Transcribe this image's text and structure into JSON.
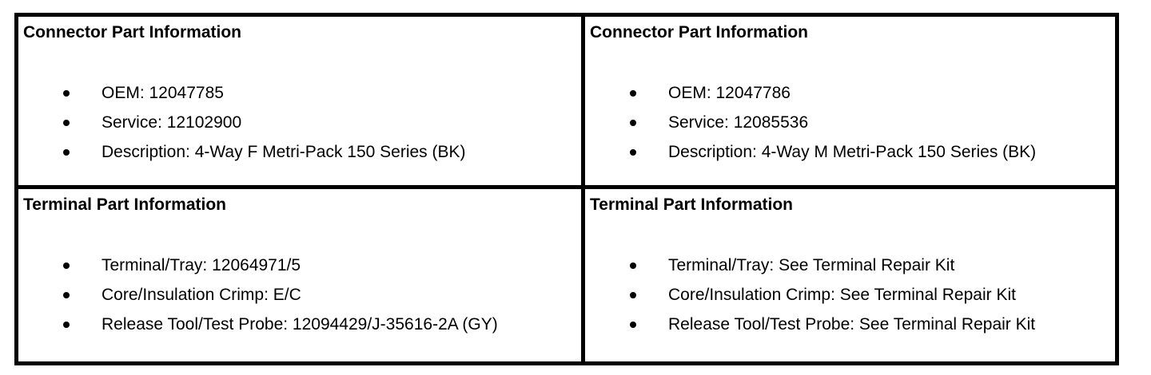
{
  "document": {
    "background_color": "#ffffff",
    "border_color": "#000000",
    "text_color": "#000000"
  },
  "table": {
    "cells": [
      {
        "title": "Connector Part Information",
        "items": [
          "OEM: 12047785",
          "Service: 12102900",
          "Description: 4-Way F Metri-Pack 150 Series (BK)"
        ]
      },
      {
        "title": "Connector Part Information",
        "items": [
          "OEM: 12047786",
          "Service: 12085536",
          "Description: 4-Way M Metri-Pack 150 Series (BK)"
        ]
      },
      {
        "title": "Terminal Part Information",
        "items": [
          "Terminal/Tray: 12064971/5",
          "Core/Insulation Crimp: E/C",
          "Release Tool/Test Probe: 12094429/J-35616-2A (GY)"
        ]
      },
      {
        "title": "Terminal Part Information",
        "items": [
          "Terminal/Tray: See Terminal Repair Kit",
          "Core/Insulation Crimp: See Terminal Repair Kit",
          "Release Tool/Test Probe: See Terminal Repair Kit"
        ]
      }
    ]
  }
}
